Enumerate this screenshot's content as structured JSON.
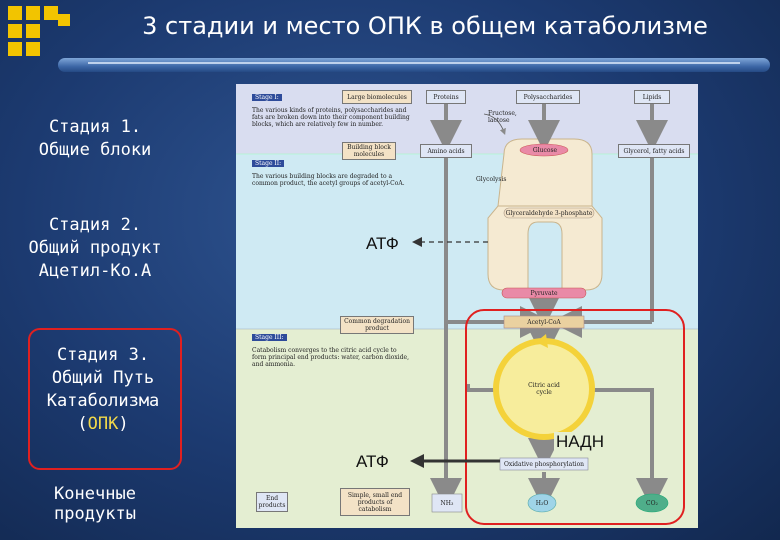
{
  "title": "3 стадии и место ОПК в общем катаболизме",
  "sidebar": {
    "stage1": [
      "Стадия 1.",
      "Общие блоки"
    ],
    "stage2": [
      "Стадия 2.",
      "Общий продукт",
      "Ацетил-Ко.А"
    ],
    "stage3": [
      "Стадия 3.",
      "Общий Путь",
      "Катаболизма"
    ],
    "stage3_opk": "ОПК",
    "end": [
      "Конечные",
      "продукты"
    ]
  },
  "figure": {
    "stage1_tag": "Stage I:",
    "stage1_text": "The various kinds of proteins, polysaccharides and fats are broken down into their component building blocks, which are relatively few in number.",
    "stage2_tag": "Stage II:",
    "stage2_text": "The various building blocks are degraded to a common product, the acetyl groups of acetyl-CoA.",
    "stage3_tag": "Stage III:",
    "stage3_text": "Catabolism converges to the citric acid cycle to form principal end products: water, carbon dioxide, and ammonia.",
    "large_biomolecules": "Large biomolecules",
    "building_block": "Building block molecules",
    "common_product": "Common degradation product",
    "end_products_label": "End products",
    "end_products_desc": "Simple, small end products of catabolism",
    "proteins": "Proteins",
    "polysaccharides": "Polysaccharides",
    "lipids": "Lipids",
    "fructose": "Fructose, lactose",
    "amino_acids": "Amino acids",
    "glucose": "Glucose",
    "glycerol": "Glycerol, fatty acids",
    "glycolysis": "Glycolysis",
    "g3p": "Glyceraldehyde 3-phosphate",
    "pyruvate": "Pyruvate",
    "acetyl_coa": "Acetyl-CoA",
    "citric_cycle": "Citric acid cycle",
    "ox_phos": "Oxidative phosphorylation",
    "nh3": "NH₃",
    "h2o": "H₂O",
    "co2": "CO₂"
  },
  "annotations": {
    "atf_top": "АТФ",
    "atf_bottom": "АТФ",
    "nadh": "НАДН"
  },
  "colors": {
    "accent": "#f2c400",
    "highlight_red": "#e02020",
    "stage1_band": "#d9ddf0",
    "stage2_band": "#cfeaf3",
    "stage3_band": "#e4eed2",
    "cycle_yellow": "#f4d23a"
  }
}
